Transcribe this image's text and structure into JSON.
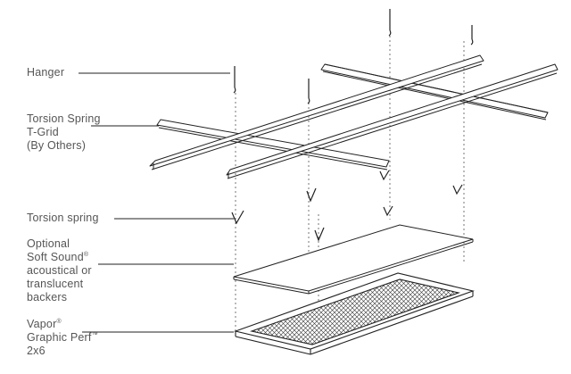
{
  "labels": {
    "hanger": "Hanger",
    "tgrid": [
      "Torsion Spring",
      "T-Grid",
      "(By Others)"
    ],
    "spring": "Torsion spring",
    "backer": [
      "Optional",
      "Soft Sound",
      "acoustical or",
      "translucent",
      "backers"
    ],
    "backer_mark": "®",
    "panel": [
      "Vapor",
      "Graphic Perf",
      "2x6"
    ],
    "panel_mark_1": "®",
    "panel_mark_2": "™"
  },
  "colors": {
    "line": "#222222",
    "dash": "#555555",
    "label": "#555555"
  }
}
